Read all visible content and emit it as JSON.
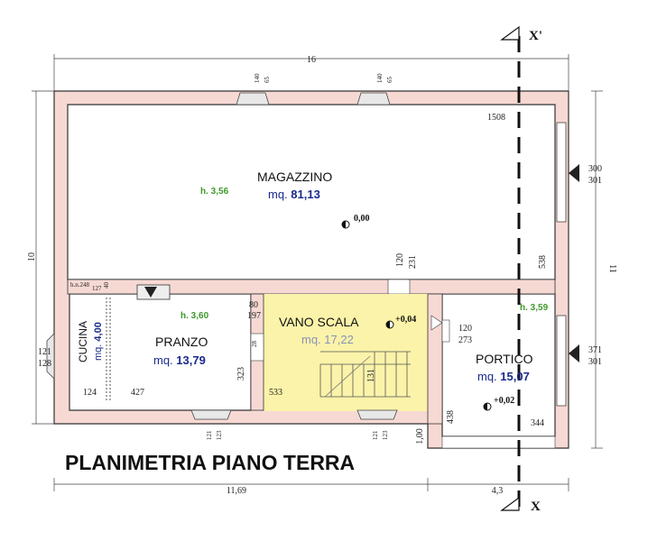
{
  "title": "PLANIMETRIA PIANO TERRA",
  "section": {
    "top": "X'",
    "bottom": "X"
  },
  "overall": {
    "width": "16",
    "height_left": "10",
    "height_right": "11",
    "bottom_left": "11,69",
    "bottom_right": "4,3",
    "bottom_step": "1,00"
  },
  "rooms": {
    "magazzino": {
      "name": "MAGAZZINO",
      "area_label": "mq.",
      "area": "81,13",
      "height": "h. 3,56",
      "level": "0,00"
    },
    "cucina": {
      "name": "CUCINA",
      "area_label": "mq.",
      "area": "4,00"
    },
    "pranzo": {
      "name": "PRANZO",
      "area_label": "mq.",
      "area": "13,79",
      "height": "h. 3,60"
    },
    "vano": {
      "name": "VANO SCALA",
      "area_label": "mq.",
      "area": "17,22",
      "level": "+0,04"
    },
    "portico": {
      "name": "PORTICO",
      "area_label": "mq.",
      "area": "15,07",
      "height": "h. 3,59",
      "level": "+0,02"
    }
  },
  "dims": {
    "win1_a": "140",
    "win1_b": "65",
    "win2_a": "140",
    "win2_b": "65",
    "mag_w": "1508",
    "mag_h": "538",
    "win_r1_a": "300",
    "win_r1_b": "301",
    "win_r2_a": "371",
    "win_r2_b": "301",
    "door_a": "120",
    "door_b": "231",
    "hn": "h.n.248",
    "hn_b": "127",
    "hn_c": "40",
    "pr_a": "80",
    "pr_b": "197",
    "pr_w": "427",
    "pr_h": "323",
    "pr_c": "28",
    "cuc_w": "124",
    "cuc_a": "121",
    "cuc_b": "128",
    "win_b1_a": "121",
    "win_b1_b": "123",
    "win_b2_a": "121",
    "win_b2_b": "123",
    "vano_w": "533",
    "vano_h": "131",
    "vp_a": "120",
    "vp_b": "273",
    "por_h": "438",
    "por_w": "344"
  }
}
